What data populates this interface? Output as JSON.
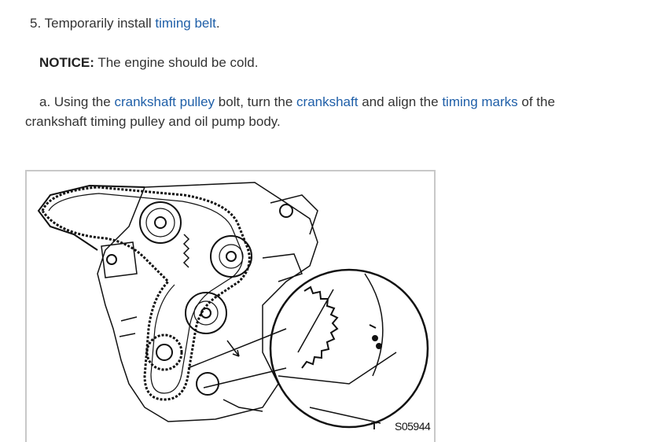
{
  "step": {
    "number": "5.",
    "text": "Temporarily install",
    "link": "timing belt",
    "end": "."
  },
  "notice": {
    "label": "NOTICE:",
    "text": "The engine should be cold."
  },
  "instruction": {
    "prefix": "a. Using the",
    "link1": "crankshaft pulley",
    "mid1": "bolt, turn the",
    "link2": "crankshaft",
    "mid2": "and align the",
    "link3": "timing marks",
    "mid3": "of the",
    "line2": "crankshaft timing pulley and oil pump body."
  },
  "figure": {
    "tag": "T",
    "code": "S05944"
  }
}
